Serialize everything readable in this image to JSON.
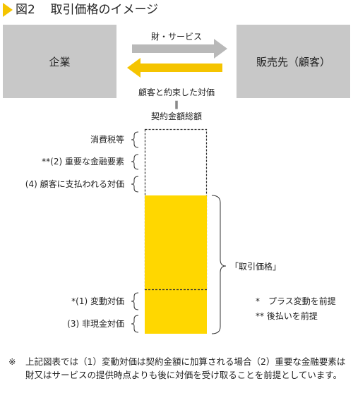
{
  "title": {
    "figure_no": "図2",
    "text": "取引価格のイメージ"
  },
  "entities": {
    "left": "企業",
    "right": "販売先（顧客）"
  },
  "arrows": {
    "top_label": "財・サービス",
    "bottom_label": "顧客と約束した対価",
    "equals": "∥",
    "total_label": "契約金額総額"
  },
  "left_items": [
    "消費税等",
    "**(2) 重要な金融要素",
    "(4) 顧客に支払われる対価",
    "*(1) 変動対価",
    "(3) 非現金対価"
  ],
  "price_label": "「取引価格」",
  "legend": [
    "*　プラス変動を前提",
    "** 後払いを前提"
  ],
  "footnote": {
    "mark": "※",
    "text": "上記図表では（1）変動対価は契約金額に加算される場合（2）重要な金融要素は財又はサービスの提供時点よりも後に対価を受け取ることを前提としています。"
  },
  "colors": {
    "accent": "#f5c400",
    "fill": "#ffd700",
    "box": "#c8c8c8",
    "arrow_gray": "#b9b9b9"
  }
}
